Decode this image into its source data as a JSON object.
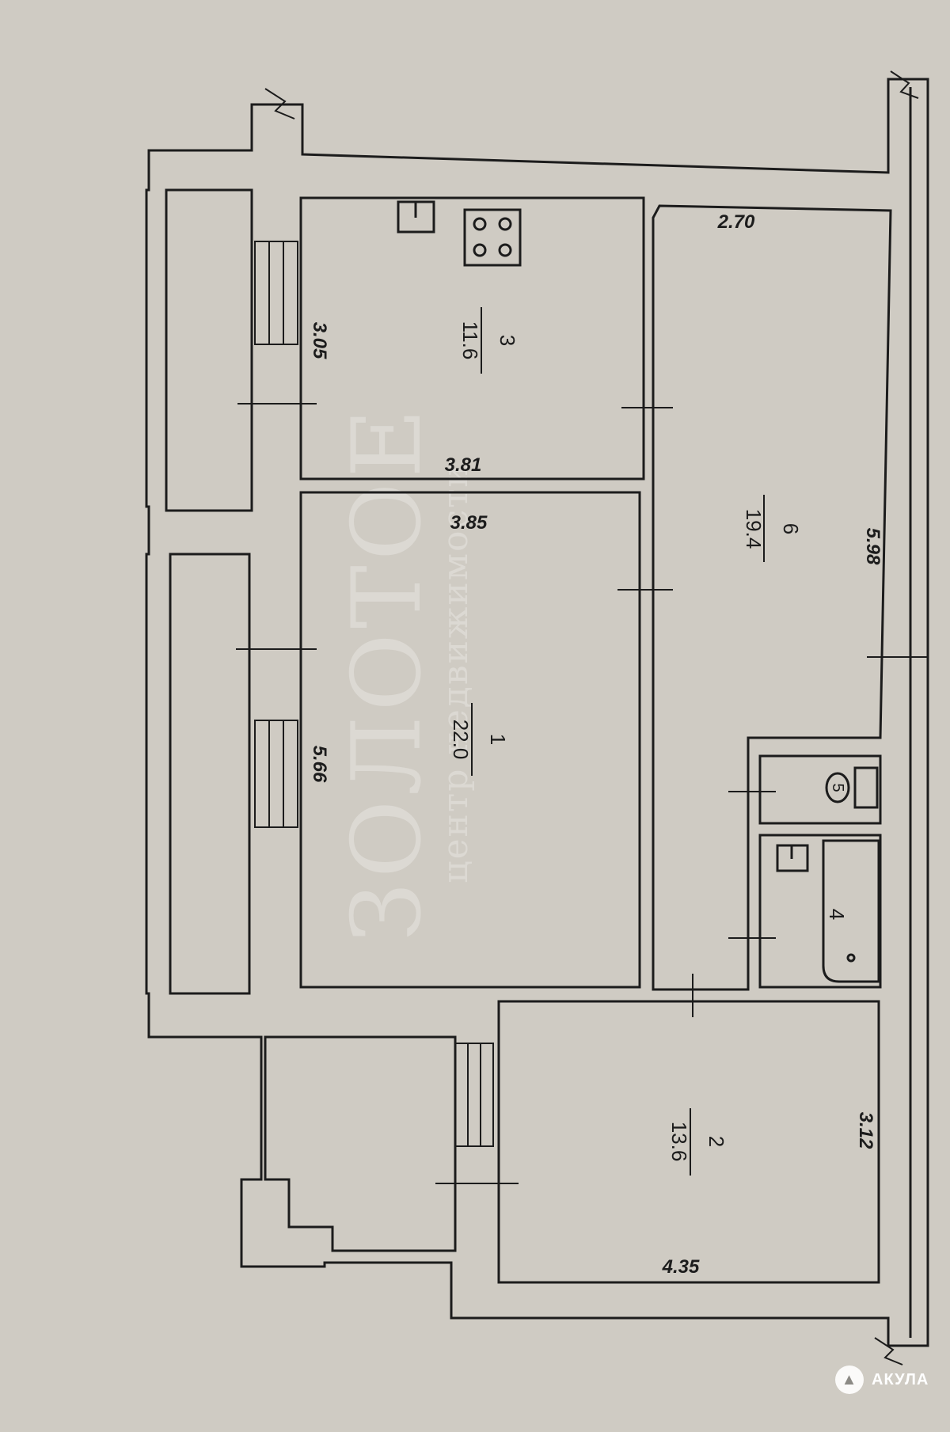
{
  "rooms": [
    {
      "id": "3",
      "area": "11.6"
    },
    {
      "id": "1",
      "area": "22.0"
    },
    {
      "id": "6",
      "area": "19.4"
    },
    {
      "id": "2",
      "area": "13.6"
    },
    {
      "id": "4"
    },
    {
      "id": "5"
    }
  ],
  "dimensions": {
    "kitchen_width": "3.81",
    "kitchen_depth": "3.05",
    "living_width": "3.85",
    "living_depth": "5.66",
    "room6_width": "2.70",
    "room6_depth": "5.98",
    "room2_width": "4.35",
    "room2_depth": "3.12"
  },
  "watermark": {
    "line1": "ЗОЛОТОЕ",
    "line2": "центр недвижимости"
  },
  "logo": {
    "text": "АКУЛА"
  },
  "colors": {
    "paper": "#cfcbc3",
    "wall": "#1c1c1c"
  }
}
